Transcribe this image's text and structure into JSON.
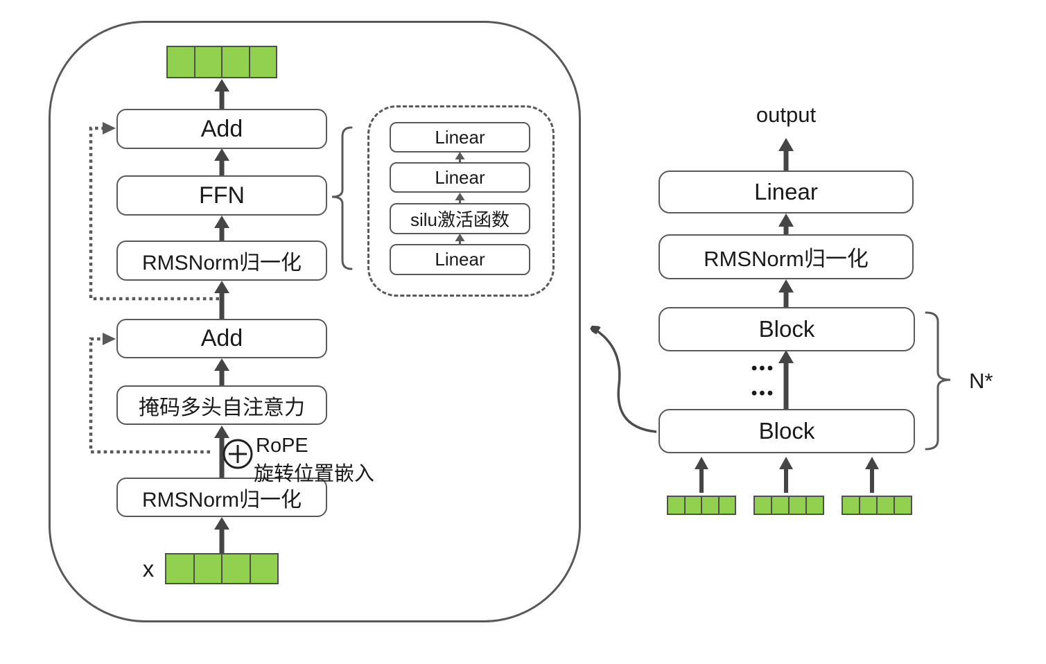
{
  "colors": {
    "green_fill": "#92d050",
    "cell_border": "#4f4f4f",
    "box_border": "#595959",
    "arrow": "#454545",
    "text": "#1a1a1a"
  },
  "transformer_block": {
    "boxes": {
      "add_top": "Add",
      "ffn": "FFN",
      "rmsnorm_post": "RMSNorm归一化",
      "add_bottom": "Add",
      "masked_attention": "掩码多头自注意力",
      "rmsnorm_pre": "RMSNorm归一化"
    },
    "rope_label": "RoPE",
    "rope_sublabel": "旋转位置嵌入",
    "input_label": "x",
    "input_cells": 4,
    "output_cells": 4
  },
  "ffn_detail": {
    "layers": [
      "Linear",
      "Linear",
      "silu激活函数",
      "Linear"
    ]
  },
  "model_overview": {
    "output_label": "output",
    "linear": "Linear",
    "rmsnorm": "RMSNorm归一化",
    "block_top": "Block",
    "block_bottom": "Block",
    "ellipsis": "•••",
    "repeat_label": "N*",
    "input_bars": 3,
    "cells_per_bar": 4
  }
}
